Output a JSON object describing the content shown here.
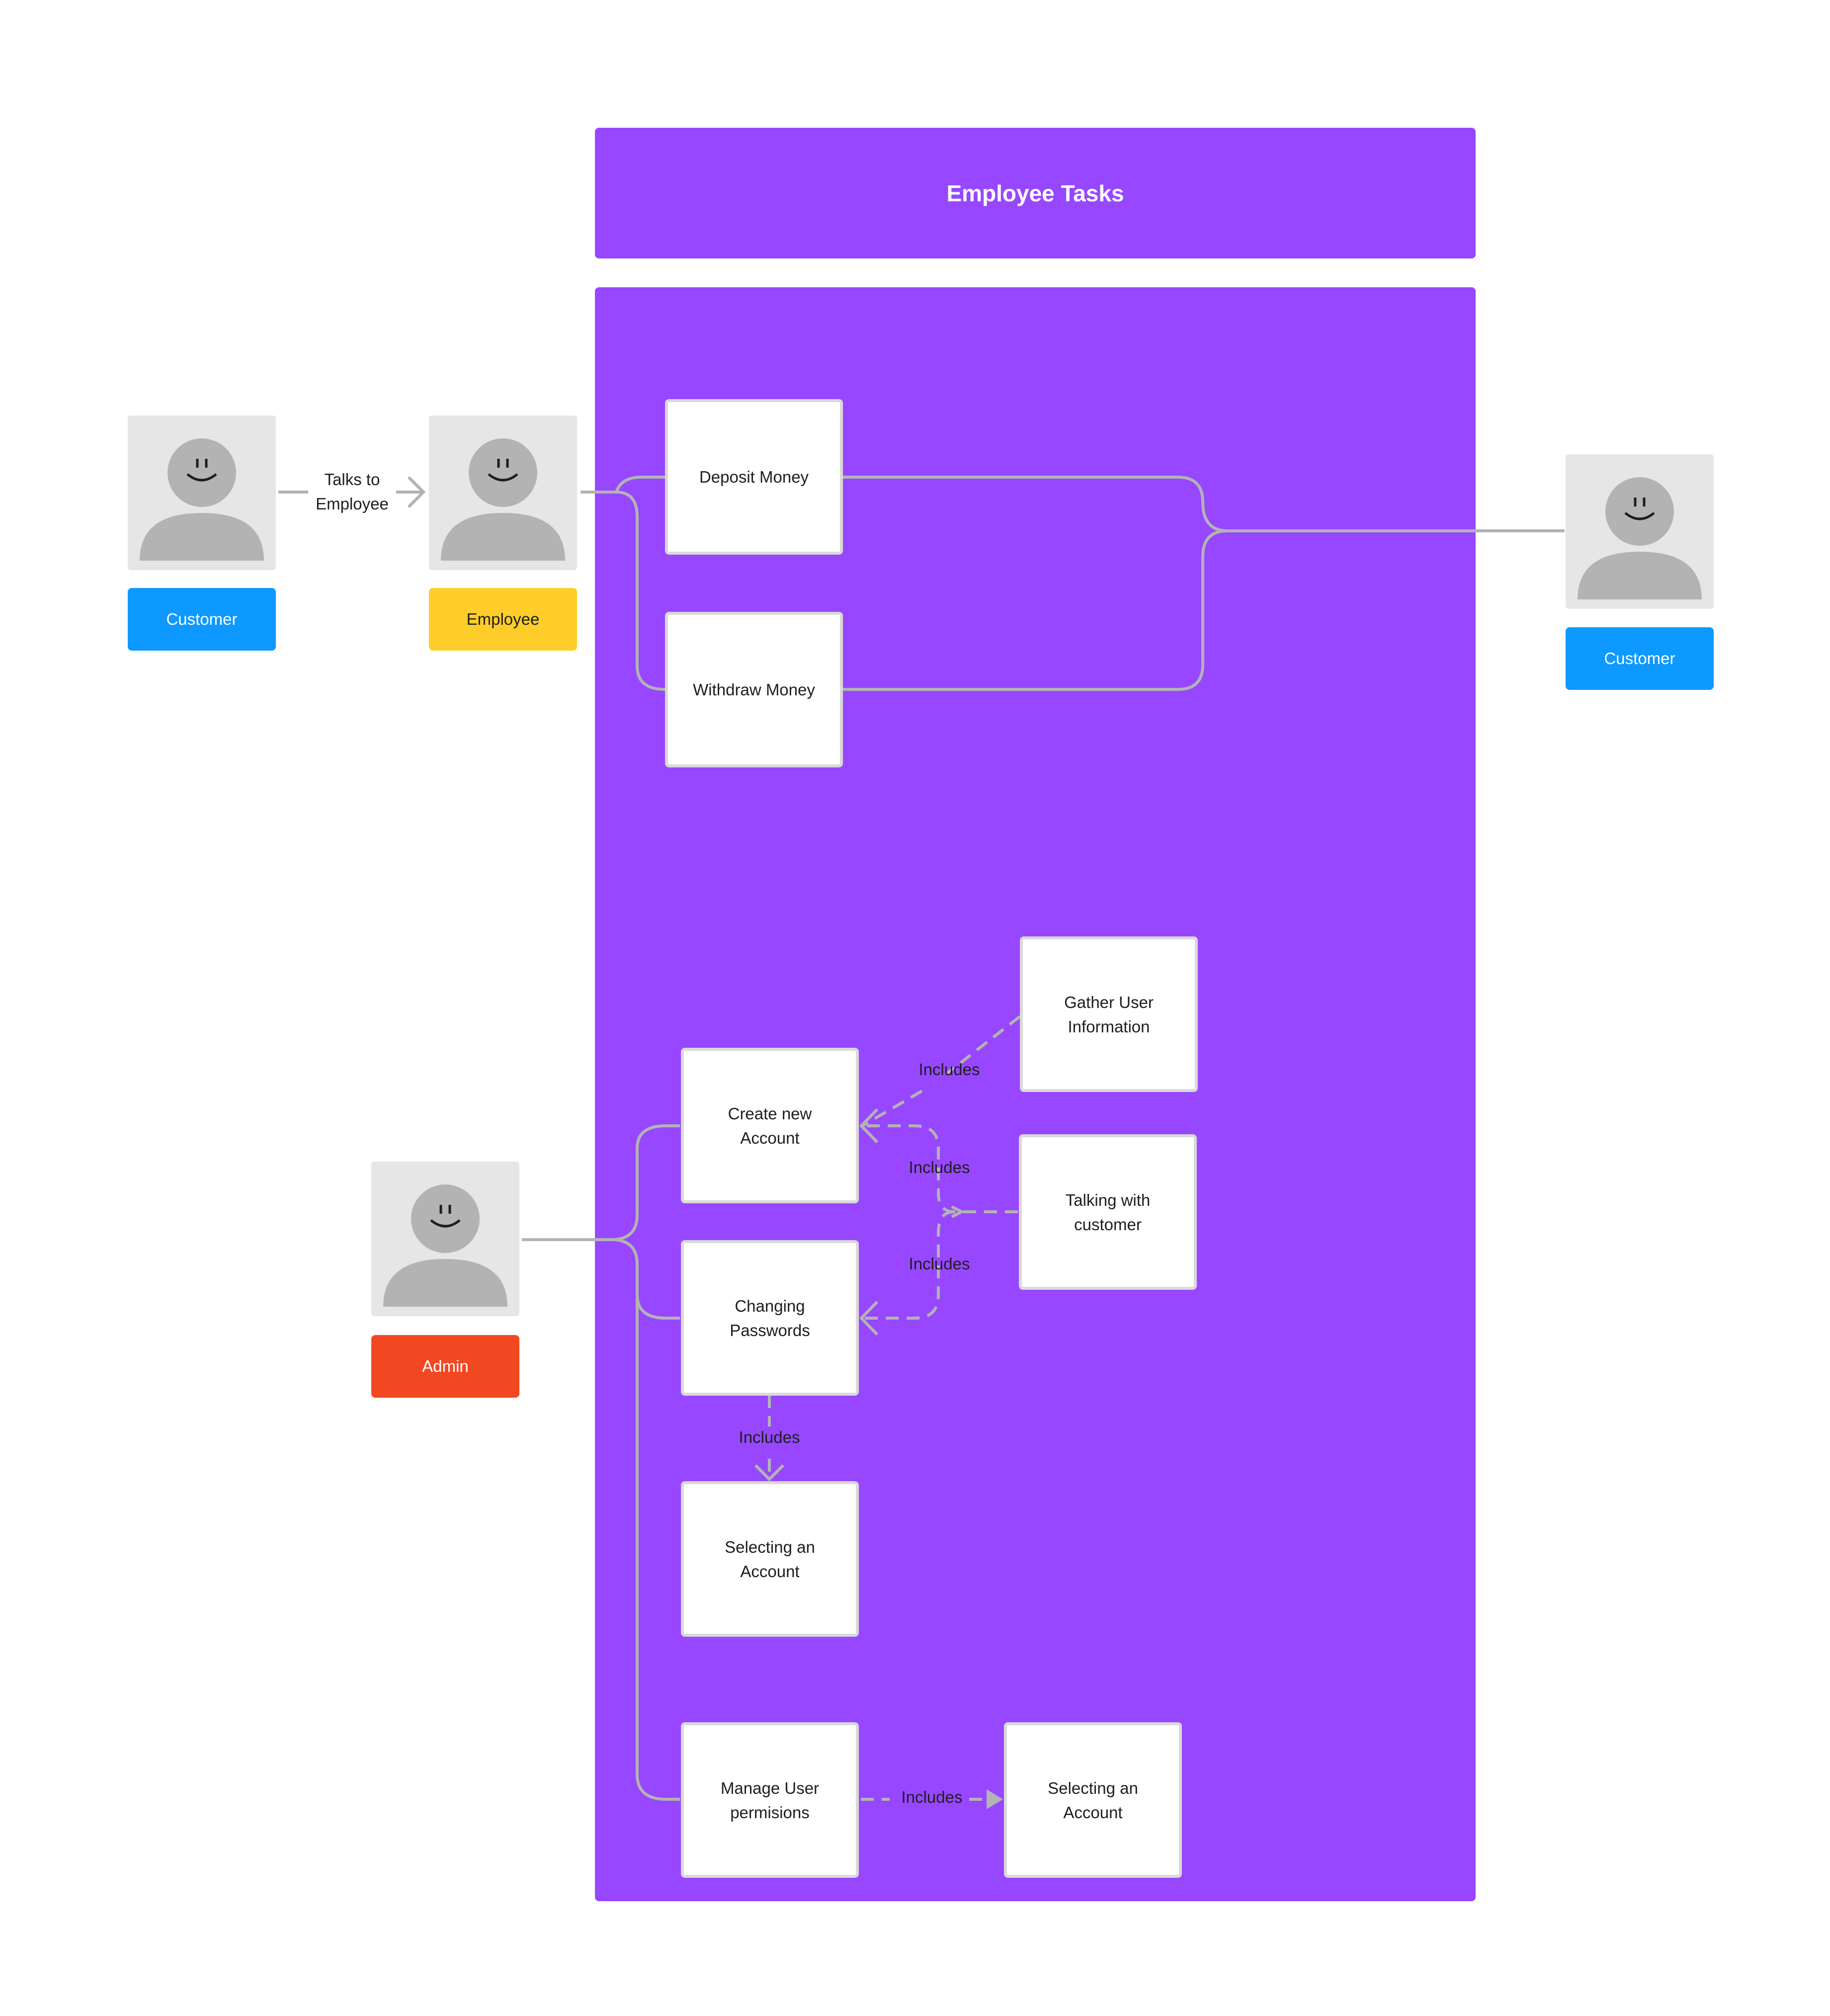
{
  "header": {
    "title": "Employee Tasks"
  },
  "actors": {
    "customer_left": {
      "role": "Customer",
      "color": "#0D99FF",
      "text_color": "#ffffff"
    },
    "employee": {
      "role": "Employee",
      "color": "#FFCD29",
      "text_color": "#1e1e1e"
    },
    "customer_right": {
      "role": "Customer",
      "color": "#0D99FF",
      "text_color": "#ffffff"
    },
    "admin": {
      "role": "Admin",
      "color": "#F24822",
      "text_color": "#ffffff"
    }
  },
  "connector_labels": {
    "talks_to": "Talks to\nEmployee",
    "includes_1": "Includes",
    "includes_2": "Includes",
    "includes_3": "Includes",
    "includes_4": "Includes",
    "includes_5": "Includes"
  },
  "tasks": {
    "deposit": "Deposit Money",
    "withdraw": "Withdraw Money",
    "gather": "Gather User\nInformation",
    "create": "Create new\nAccount",
    "talking": "Talking with\ncustomer",
    "changing": "Changing\nPasswords",
    "selecting_1": "Selecting an\nAccount",
    "manage": "Manage User\npermisions",
    "selecting_2": "Selecting an\nAccount"
  },
  "colors": {
    "panel": "#9747FF",
    "line": "#B3B3B3",
    "box_border": "#D9D9D9",
    "actor_bg": "#E6E6E6"
  }
}
